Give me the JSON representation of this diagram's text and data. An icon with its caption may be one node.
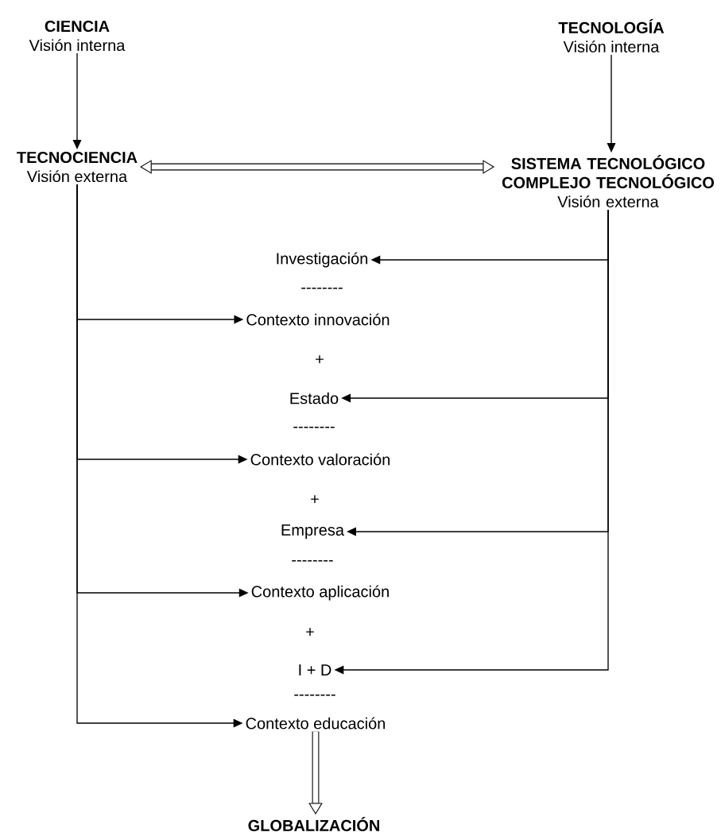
{
  "diagram": {
    "nodes": [
      {
        "text": [
          "CIENCIA",
          "Visión interna"
        ]
      },
      {
        "text": [
          "TECNOLOGÍA",
          "Visión interna"
        ]
      },
      {
        "text": [
          "TECNOCIENCIA",
          "Visión externa"
        ]
      },
      {
        "text": [
          "SISTEMA TECNOLÓGICO COMPLEJO TECNOLÓGICO",
          "Visión externa"
        ]
      },
      {
        "text": [
          "Investigación"
        ]
      },
      {
        "text": [
          "Contexto innovación"
        ]
      },
      {
        "text": [
          "Estado"
        ]
      },
      {
        "text": [
          "Contexto valoración"
        ]
      },
      {
        "text": [
          "Empresa"
        ]
      },
      {
        "text": [
          "Contexto aplicación"
        ]
      },
      {
        "text": [
          "I + D"
        ]
      },
      {
        "text": [
          "Contexto educación"
        ]
      },
      {
        "text": [
          "GLOBALIZACIÓN"
        ]
      }
    ],
    "edges": [
      {
        "from": 0,
        "to": 2,
        "arrow": "to"
      },
      {
        "from": 1,
        "to": 3,
        "arrow": "to"
      },
      {
        "from": 2,
        "to": 3,
        "arrow": "both",
        "style": "thick"
      },
      {
        "from": 3,
        "to": 4,
        "arrow": "to"
      },
      {
        "from": 3,
        "to": 6,
        "arrow": "to"
      },
      {
        "from": 3,
        "to": 8,
        "arrow": "to"
      },
      {
        "from": 3,
        "to": 10,
        "arrow": "to"
      },
      {
        "from": 2,
        "to": 5,
        "arrow": "to"
      },
      {
        "from": 2,
        "to": 7,
        "arrow": "to"
      },
      {
        "from": 2,
        "to": 9,
        "arrow": "to"
      },
      {
        "from": 2,
        "to": 11,
        "arrow": "to"
      },
      {
        "from": 11,
        "to": 12,
        "arrow": "to",
        "style": "thick"
      }
    ],
    "labels": [
      "--------",
      "+",
      "--------",
      "+",
      "--------",
      "+",
      "--------"
    ]
  }
}
